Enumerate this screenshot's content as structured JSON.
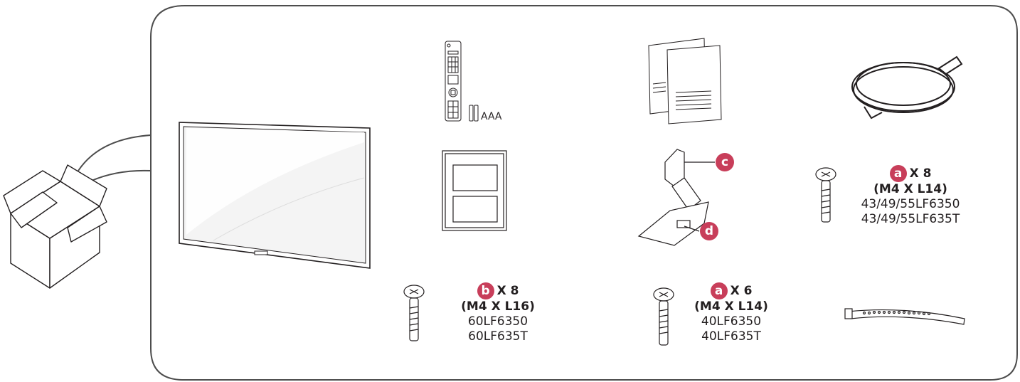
{
  "accessories": {
    "batteries": {
      "label": "AAA"
    },
    "stand": {
      "callout_c": "c",
      "callout_d": "d"
    },
    "screw_a_large": {
      "badge": "a",
      "qty": "X 8",
      "spec": "(M4 X L14)",
      "models": [
        "43/49/55LF6350",
        "43/49/55LF635T"
      ]
    },
    "screw_b": {
      "badge": "b",
      "qty": "X 8",
      "spec": "(M4 X L16)",
      "models": [
        "60LF6350",
        "60LF635T"
      ]
    },
    "screw_a_small": {
      "badge": "a",
      "qty": "X 6",
      "spec": "(M4 X L14)",
      "models": [
        "40LF6350",
        "40LF635T"
      ]
    }
  },
  "colors": {
    "badge": "#c83e5a",
    "outline": "#231f20",
    "frame": "#4d4d4d"
  }
}
